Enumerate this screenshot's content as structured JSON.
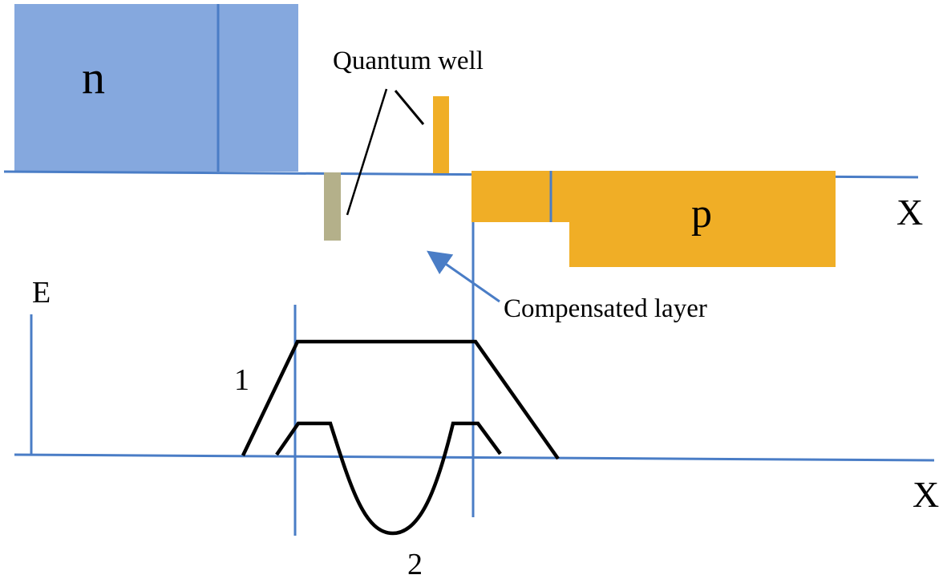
{
  "diagram": {
    "labels": {
      "n_region": "n",
      "p_region": "p",
      "quantum_well": "Quantum well",
      "compensated_layer": "Compensated layer",
      "x_axis_top": "X",
      "x_axis_bottom": "X",
      "e_axis": "E",
      "curve_1": "1",
      "curve_2": "2"
    },
    "colors": {
      "n_fill": "#85a8de",
      "p_fill": "#f0ae26",
      "axis_line": "#4a7dc6",
      "well_n_side": "#b4b08a",
      "well_p_side": "#f0ae26",
      "curve": "#000000",
      "arrow": "#4a7dc6"
    }
  }
}
